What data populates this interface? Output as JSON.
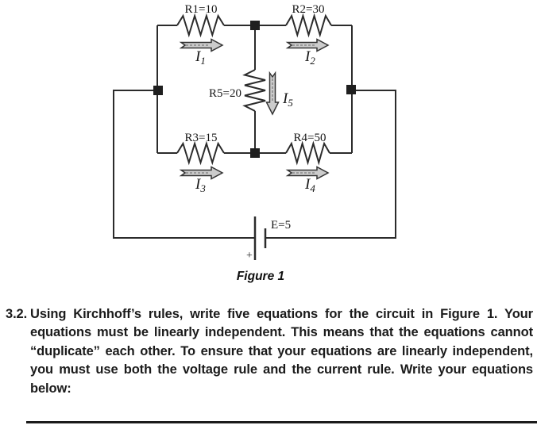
{
  "figure": {
    "caption": "Figure 1",
    "resistors": [
      {
        "name": "R1",
        "label": "R1=10"
      },
      {
        "name": "R2",
        "label": "R2=30"
      },
      {
        "name": "R3",
        "label": "R3=15"
      },
      {
        "name": "R4",
        "label": "R4=50"
      },
      {
        "name": "R5",
        "label": "R5=20"
      }
    ],
    "currents": [
      {
        "symbol": "I",
        "sub": "1"
      },
      {
        "symbol": "I",
        "sub": "2"
      },
      {
        "symbol": "I",
        "sub": "3"
      },
      {
        "symbol": "I",
        "sub": "4"
      },
      {
        "symbol": "I",
        "sub": "5"
      }
    ],
    "battery": {
      "label": "E=5",
      "polarity": "+"
    },
    "colors": {
      "wire": "#2b2b2b",
      "node": "#1f1f1f",
      "arrow_fill": "#cccccc",
      "arrow_outline": "#333333"
    }
  },
  "problem": {
    "number": "3.2.",
    "text": "Using Kirchhoff’s rules, write five equations for the circuit in Figure 1.  Your equations must be linearly independent.  This means that the equations cannot “duplicate” each other.  To ensure that your equations are linearly independent, you must use both the voltage rule and the current rule.  Write your equations below:"
  }
}
